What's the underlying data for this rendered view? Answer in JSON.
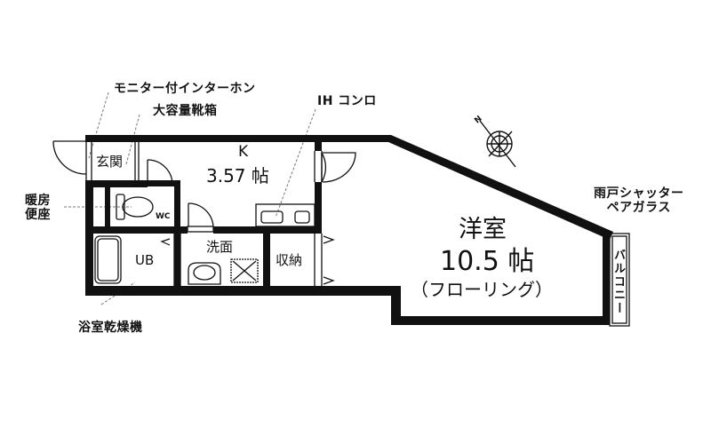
{
  "annotations": {
    "intercom": "モニター付インターホン",
    "shoe_cabinet": "大容量靴箱",
    "ih_stove": "IH コンロ",
    "heated_toilet": [
      "暖房",
      "便座"
    ],
    "bath_dryer": "浴室乾燥機",
    "shutter": [
      "雨戸シャッター",
      "ペアガラス"
    ]
  },
  "rooms": {
    "entrance": "玄関",
    "kitchen": {
      "name": "K",
      "size": "3.57 帖"
    },
    "wc": "WC",
    "unit_bath": "UB",
    "washroom": "洗面",
    "storage": "収納",
    "western_room": {
      "name": "洋室",
      "size": "10.5 帖",
      "floor": "（フローリング）"
    },
    "balcony": "バルコニー"
  },
  "compass": {
    "label": "N"
  }
}
